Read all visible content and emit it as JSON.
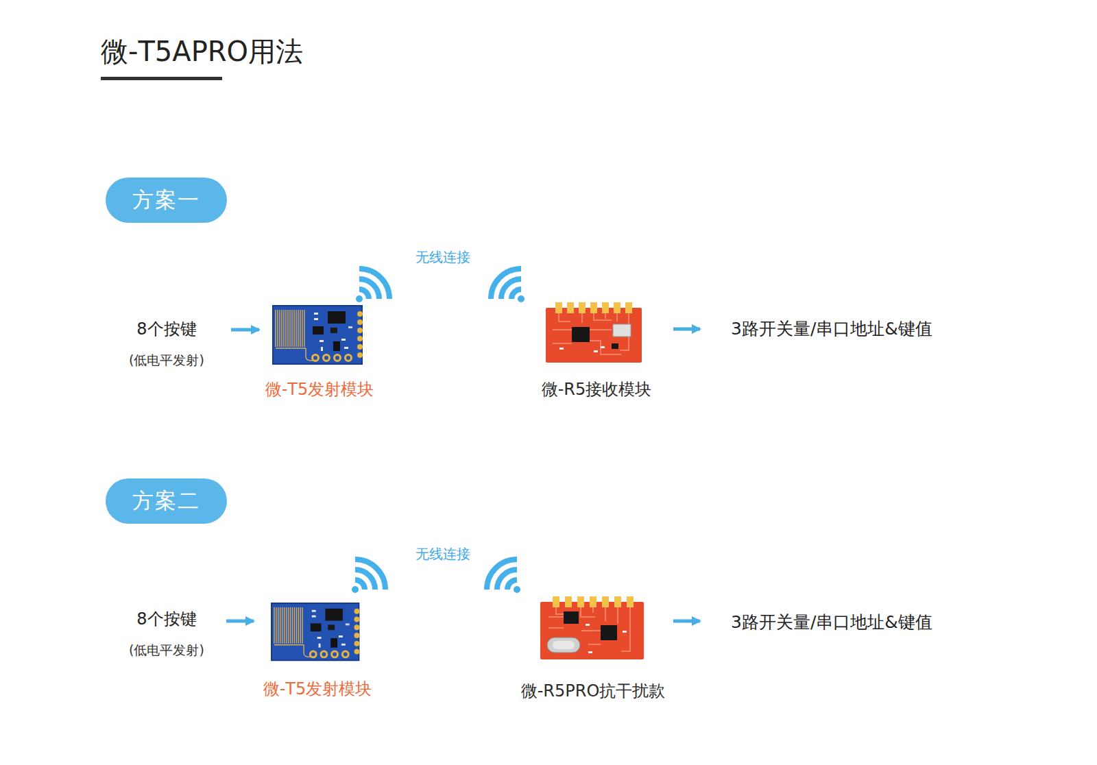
{
  "diagram": {
    "title": "微-T5APRO用法",
    "nodes": [
      {
        "text": [
          "方案一"
        ]
      },
      {
        "text": [
          "8个按键",
          "(低电平发射)"
        ]
      },
      {
        "text": [
          "微-T5发射模块"
        ]
      },
      {
        "text": [
          "微-R5接收模块"
        ]
      },
      {
        "text": [
          "3路开关量/串口地址&键值"
        ]
      },
      {
        "text": [
          "方案二"
        ]
      },
      {
        "text": [
          "8个按键",
          "(低电平发射)"
        ]
      },
      {
        "text": [
          "微-T5发射模块"
        ]
      },
      {
        "text": [
          "微-R5PRO抗干扰款"
        ]
      },
      {
        "text": [
          "3路开关量/串口地址&键值"
        ]
      }
    ],
    "edges": [
      {
        "from": 1,
        "to": 2,
        "arrow": "to"
      },
      {
        "from": 3,
        "to": 4,
        "arrow": "to"
      },
      {
        "from": 6,
        "to": 7,
        "arrow": "to"
      },
      {
        "from": 8,
        "to": 9,
        "arrow": "to"
      }
    ],
    "labels": [
      "无线连接",
      "无线连接"
    ]
  }
}
